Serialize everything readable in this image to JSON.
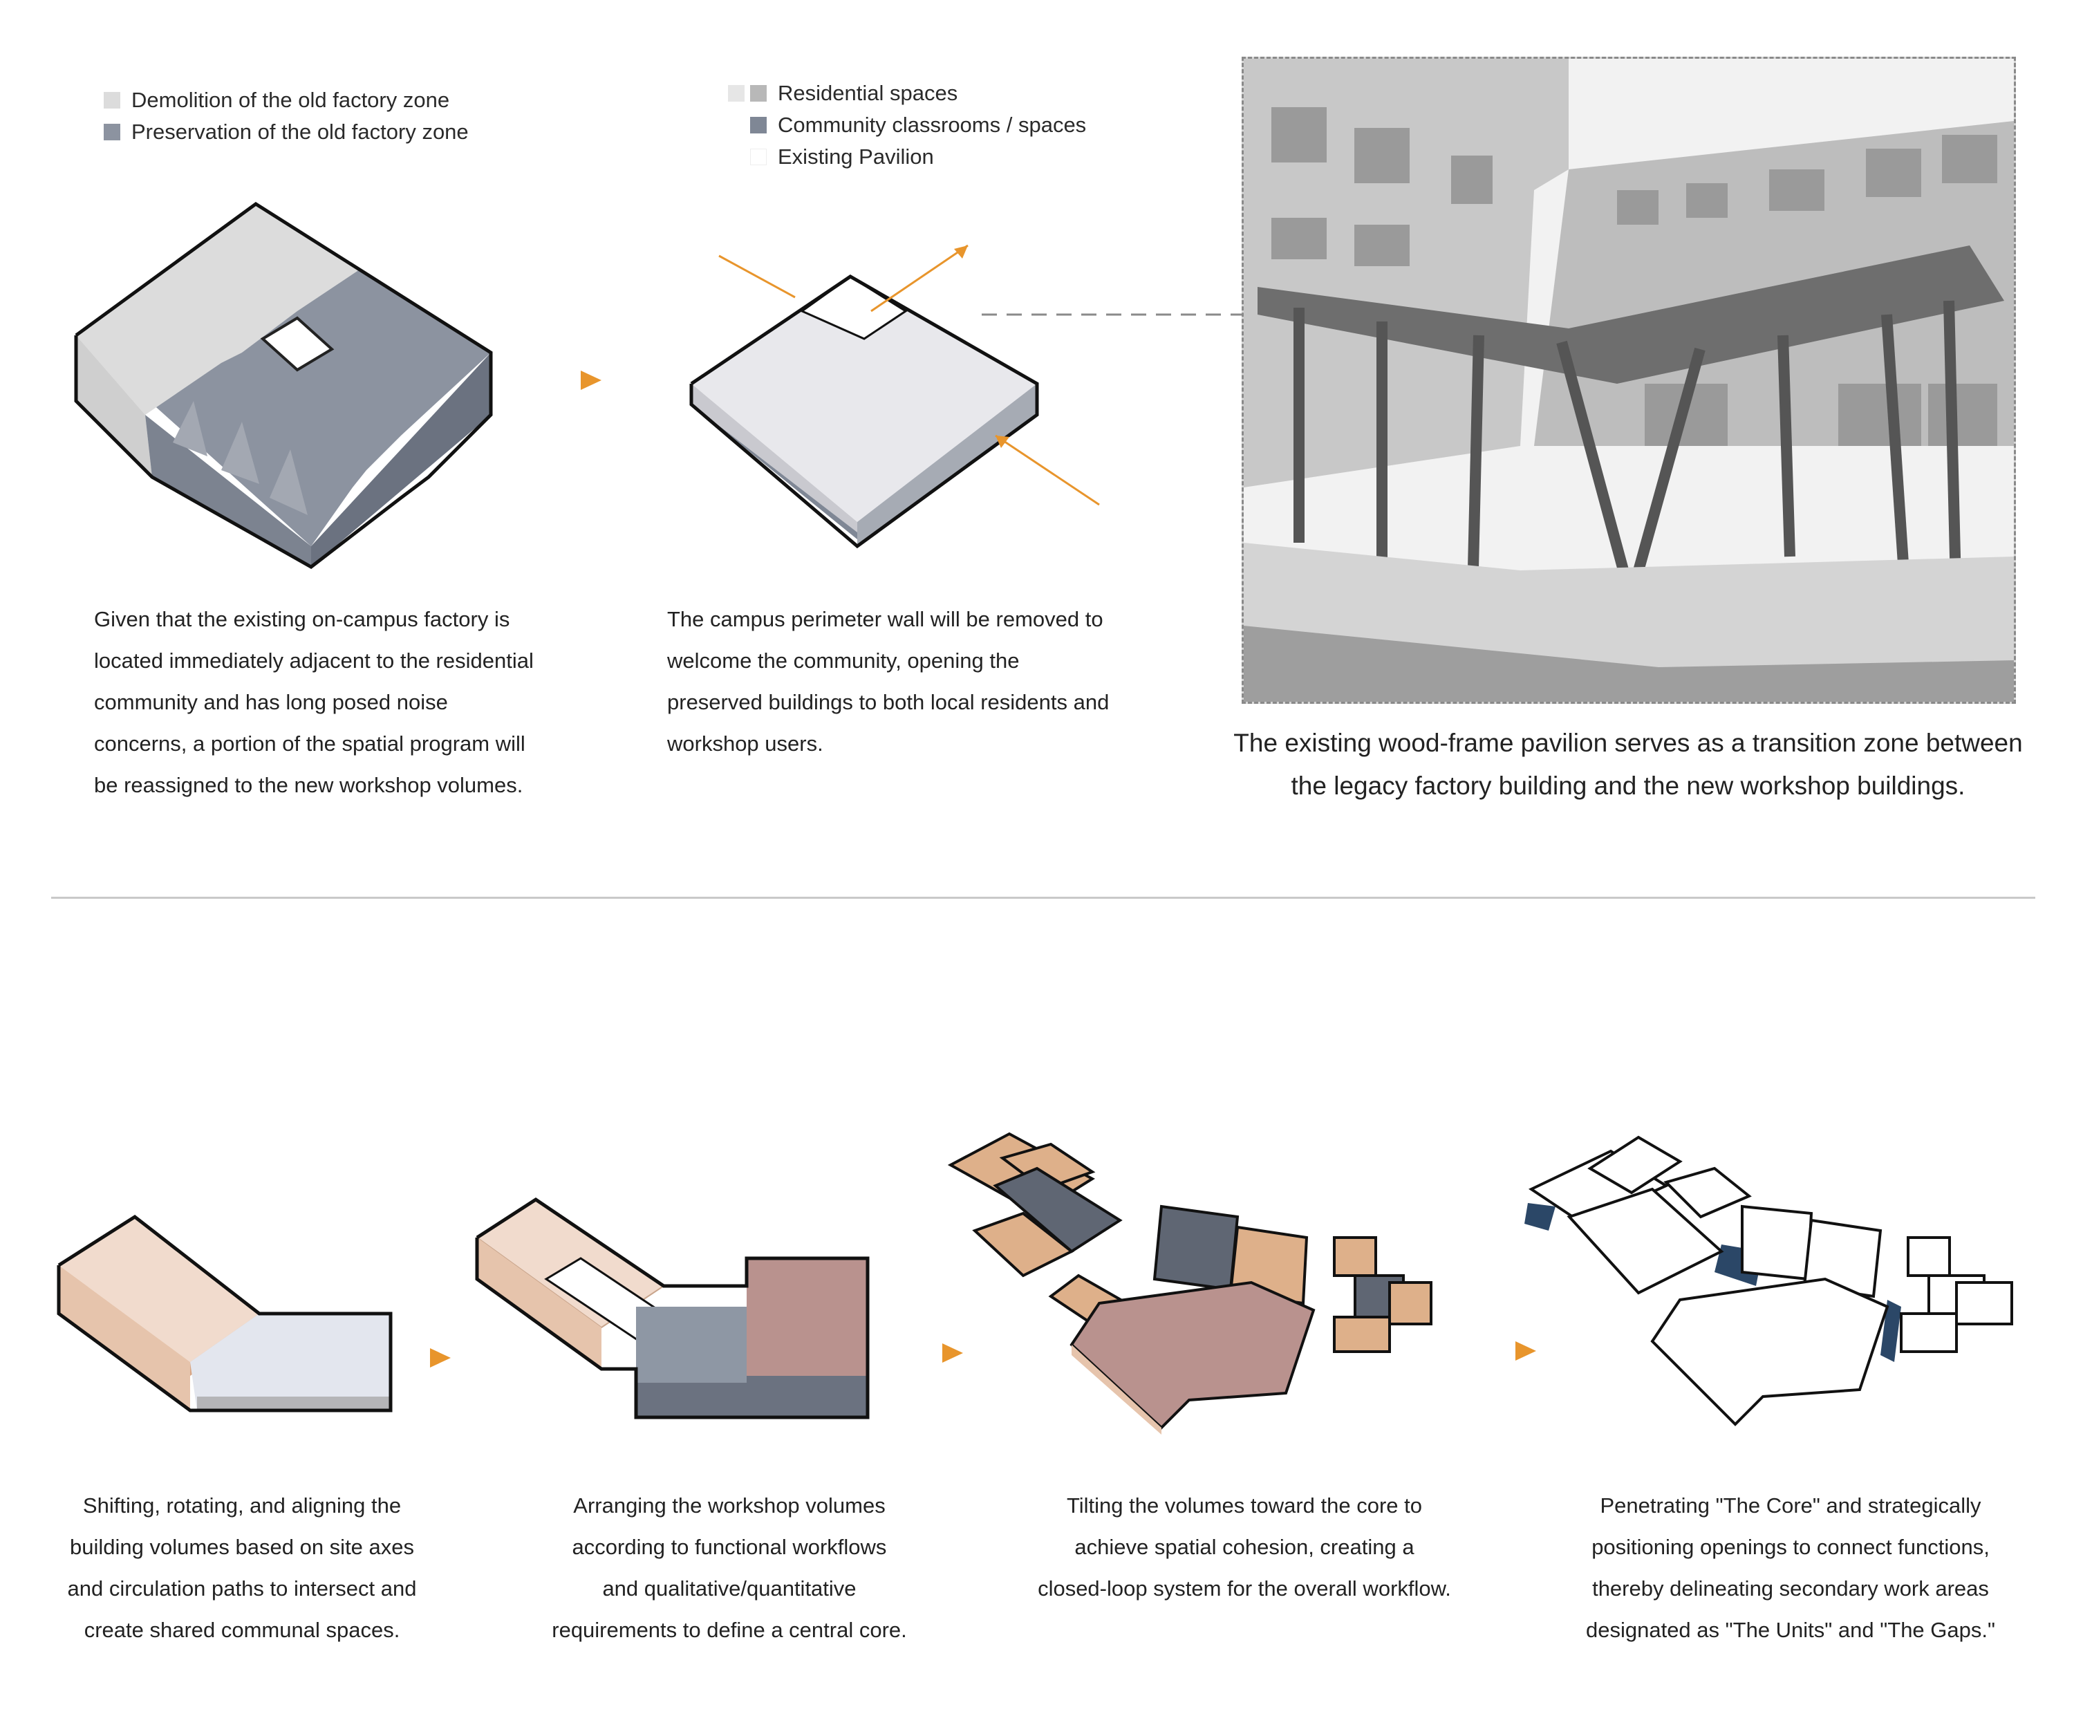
{
  "top": {
    "legend1": {
      "items": [
        {
          "label": "Demolition of the old factory zone",
          "color": "#dcdcdc"
        },
        {
          "label": "Preservation of the old factory zone",
          "color": "#8c93a0"
        }
      ]
    },
    "legend2": {
      "items": [
        {
          "label": "Residential spaces",
          "colors": [
            "#e6e6e6",
            "#b8b8b8"
          ]
        },
        {
          "label": "Community classrooms / spaces",
          "colors": [
            "#7f8795"
          ]
        },
        {
          "label": "Existing Pavilion",
          "colors": [
            "#ffffff"
          ]
        }
      ]
    },
    "caption1": [
      "Given that the existing on-campus factory is",
      "located immediately adjacent to the residential",
      "community and has long posed noise",
      "concerns, a portion of the spatial program will",
      "be reassigned to the new workshop volumes."
    ],
    "caption2": [
      "The campus perimeter wall will be removed to",
      "welcome the community, opening the",
      "preserved buildings to both local residents and",
      "workshop users."
    ],
    "photo_caption": [
      "The existing wood-frame pavilion serves as a transition zone between",
      "the legacy factory building and the new workshop buildings."
    ]
  },
  "bottom": {
    "captions": [
      [
        "Shifting, rotating, and aligning the",
        "building volumes based on site axes",
        "and circulation paths to intersect and",
        "create shared communal spaces."
      ],
      [
        "Arranging the workshop volumes",
        "according to functional workflows",
        "and qualitative/quantitative",
        "requirements to define a central core."
      ],
      [
        "Tilting the volumes toward the core to",
        "achieve spatial cohesion, creating a",
        "closed-loop system for the overall workflow."
      ],
      [
        "Penetrating \"The Core\" and strategically",
        "positioning openings to connect functions,",
        "thereby delineating secondary work areas",
        "designated as \"The Units\" and \"The Gaps.\""
      ]
    ]
  },
  "colors": {
    "accent_arrow": "#e8952c",
    "peach": "#deb08a",
    "slate": "#5f6673",
    "mauve": "#b9928e",
    "navy": "#2b4767",
    "gray_volume": "#8c93a0"
  }
}
